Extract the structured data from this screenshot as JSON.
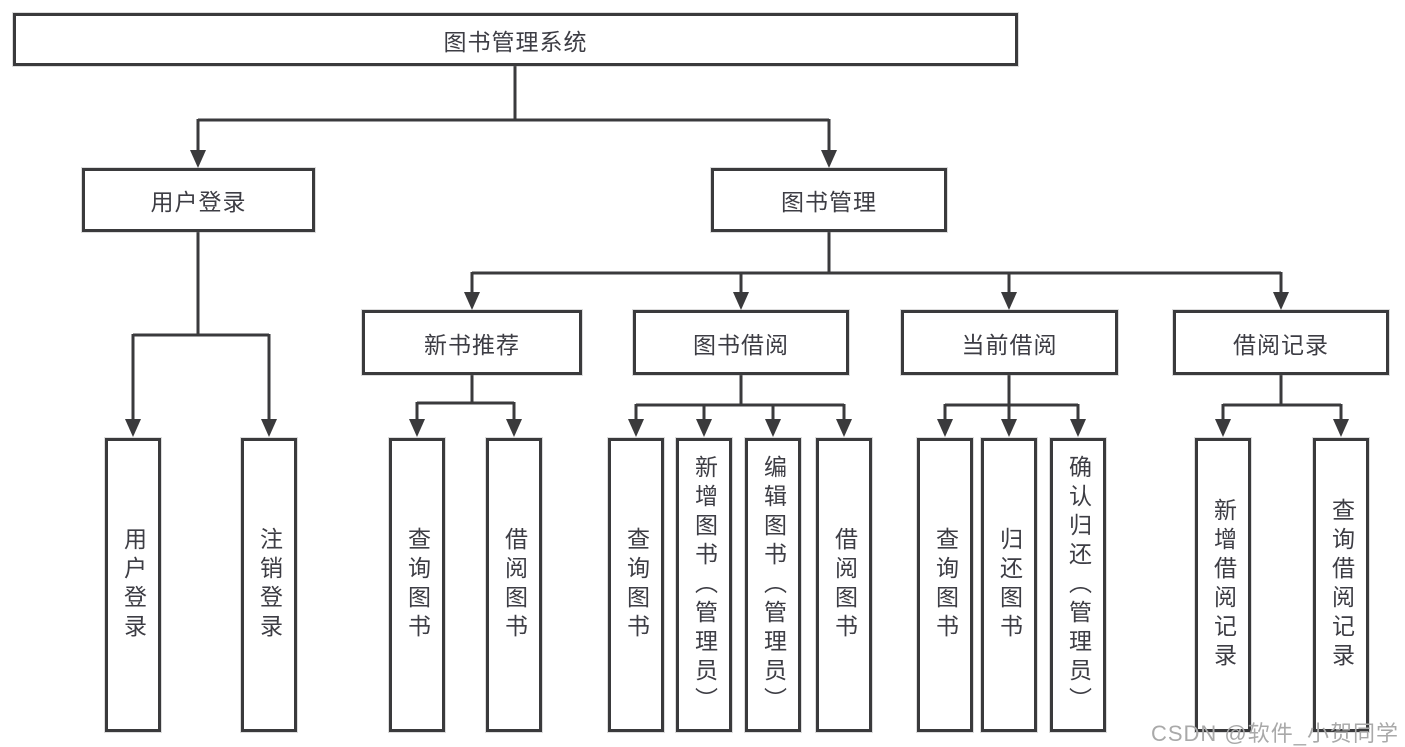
{
  "tree": {
    "root": {
      "label": "图书管理系统"
    },
    "children": [
      {
        "label": "用户登录",
        "children": [
          {
            "label": "用户登录"
          },
          {
            "label": "注销登录"
          }
        ]
      },
      {
        "label": "图书管理",
        "children": [
          {
            "label": "新书推荐",
            "children": [
              {
                "label": "查询图书"
              },
              {
                "label": "借阅图书"
              }
            ]
          },
          {
            "label": "图书借阅",
            "children": [
              {
                "label": "查询图书"
              },
              {
                "label": "新增图书（管理员）"
              },
              {
                "label": "编辑图书（管理员）"
              },
              {
                "label": "借阅图书"
              }
            ]
          },
          {
            "label": "当前借阅",
            "children": [
              {
                "label": "查询图书"
              },
              {
                "label": "归还图书"
              },
              {
                "label": "确认归还（管理员）"
              }
            ]
          },
          {
            "label": "借阅记录",
            "children": [
              {
                "label": "新增借阅记录"
              },
              {
                "label": "查询借阅记录"
              }
            ]
          }
        ]
      }
    ]
  },
  "watermark": {
    "text": "CSDN @软件_小贺同学"
  },
  "colors": {
    "line": "#3a3a3c",
    "box_border": "#3a3a3c",
    "box_fill": "#ffffff",
    "text": "#3d3d44",
    "watermark": "#a9a9a9"
  }
}
